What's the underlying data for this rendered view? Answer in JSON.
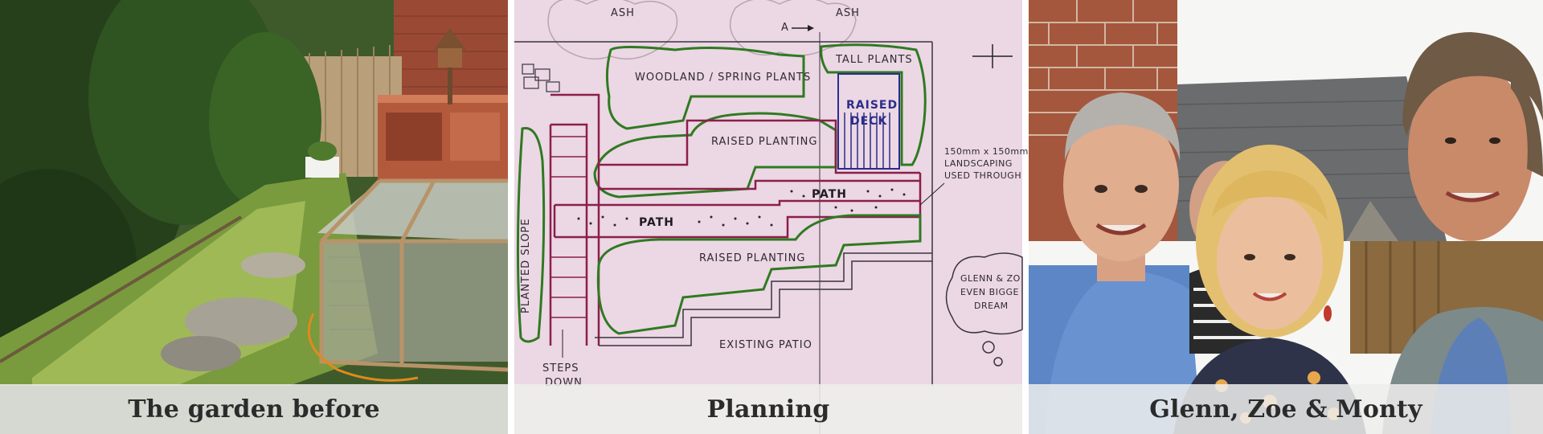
{
  "panels": [
    {
      "caption": "The garden before"
    },
    {
      "caption": "Planning",
      "plan": {
        "ash_1": "ASH",
        "ash_2": "ASH",
        "marker_a": "A",
        "woodland": "WOODLAND / SPRING PLANTS",
        "tall_plants": "TALL PLANTS",
        "raised_deck_1": "RAISED",
        "raised_deck_2": "DECK",
        "raised_planting_top": "RAISED PLANTING",
        "raised_planting_bottom": "RAISED PLANTING",
        "path_1": "PATH",
        "path_2": "PATH",
        "planted_slope": "PLANTED SLOPE",
        "note_1": "150mm x 150mm",
        "note_2": "LANDSCAPING",
        "note_3": "USED THROUGH",
        "dream_1": "GLENN & ZO",
        "dream_2": "EVEN BIGGE",
        "dream_3": "DREAM",
        "existing_patio": "EXISTING PATIO",
        "steps_1": "STEPS",
        "steps_2": "DOWN"
      }
    },
    {
      "caption": "Glenn, Zoe & Monty"
    }
  ]
}
